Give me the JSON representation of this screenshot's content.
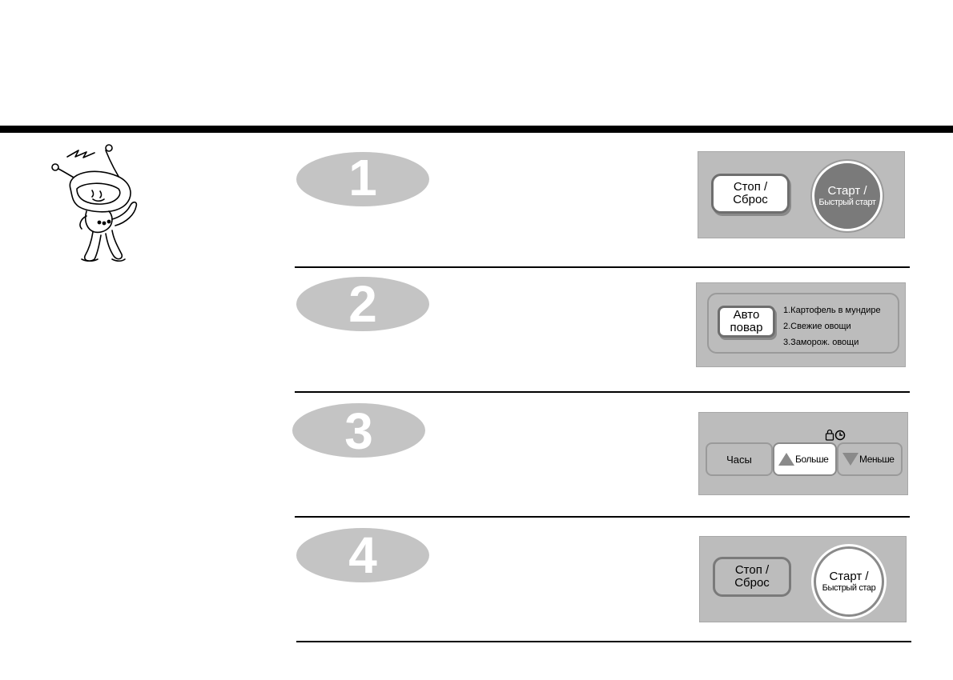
{
  "step1": {
    "number": "1",
    "stop_label_1": "Стоп /",
    "stop_label_2": "Сброс",
    "start_label_1": "Старт /",
    "start_label_2": "Быстрый старт"
  },
  "step2": {
    "number": "2",
    "auto_label_1": "Авто",
    "auto_label_2": "повар",
    "menu": [
      "1.Картофель в мундире",
      "2.Свежие овощи",
      "3.Заморож. овощи"
    ]
  },
  "step3": {
    "number": "3",
    "clock_label": "Часы",
    "more_label": "Больше",
    "less_label": "Меньше",
    "lock_timer_icons": [
      "lock-icon",
      "clock-icon"
    ]
  },
  "step4": {
    "number": "4",
    "stop_label_1": "Стоп /",
    "stop_label_2": "Сброс",
    "start_label_1": "Старт /",
    "start_label_2": "Быстрый стар"
  },
  "colors": {
    "panel": "#bcbcbc",
    "start_active": "#7a7a7a",
    "step_badge": "#c4c4c4",
    "arrow": "#8a8a8a"
  }
}
